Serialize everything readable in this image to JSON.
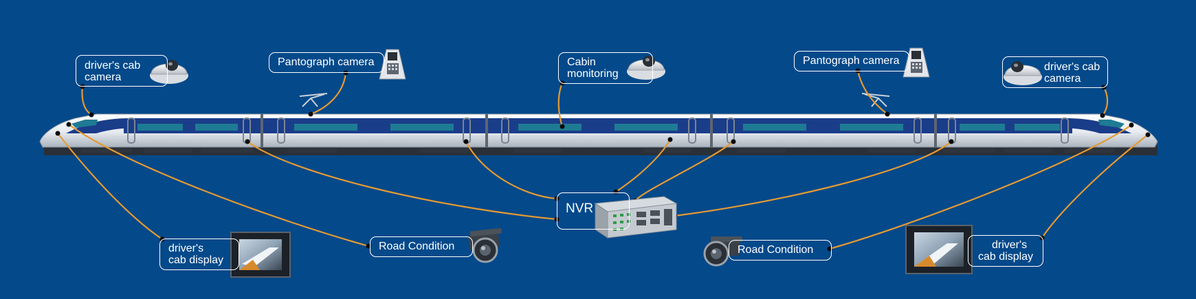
{
  "colors": {
    "background": "#04498a",
    "cable": "#e59a32",
    "label_border": "#ffffff",
    "train_body": "#e9edf2",
    "train_stripe": "#1a3d8a",
    "window": "#1f7b93"
  },
  "labels": {
    "cab_camera_left": [
      "driver's cab",
      "camera"
    ],
    "pantograph_left": "Pantograph camera",
    "cabin_monitoring": [
      "Cabin",
      "monitoring"
    ],
    "pantograph_right": "Pantograph camera",
    "cab_camera_right": [
      "driver's cab",
      "camera"
    ],
    "nvr": "NVR",
    "cab_display_left": [
      "driver's",
      "cab display"
    ],
    "road_condition_left": "Road Condition",
    "road_condition_right": "Road Condition",
    "cab_display_right": [
      "driver's",
      "cab display"
    ]
  },
  "icons": {
    "dome_camera": "dome-camera-icon",
    "pantograph_camera": "pantograph-camera-icon",
    "bullet_camera": "bullet-camera-icon",
    "cab_display": "monitor-icon",
    "nvr": "nvr-rack-icon",
    "pantograph": "pantograph-icon"
  }
}
